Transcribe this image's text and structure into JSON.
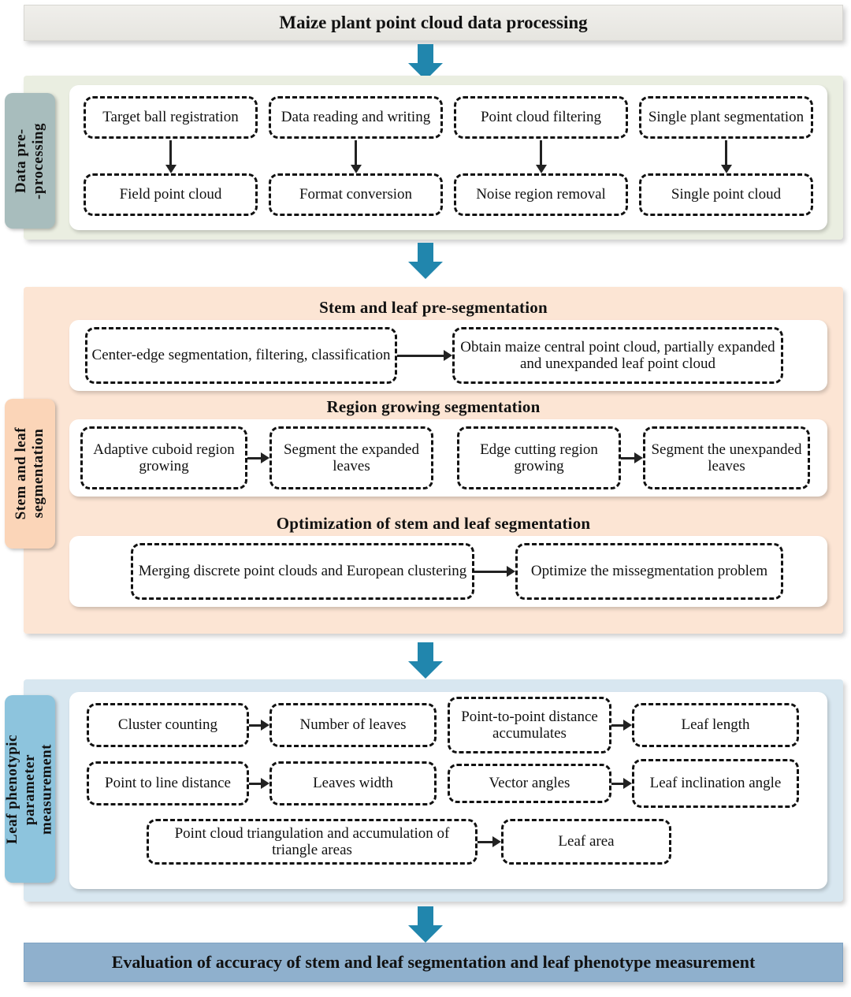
{
  "header": {
    "title": "Maize plant point cloud data processing"
  },
  "arrow_color": "#2186ad",
  "sections": {
    "preprocessing": {
      "tab_label": "Data pre-\n-processing",
      "tab_color": "#a8bdbd",
      "band_color": "#eaeee1",
      "columns": [
        {
          "top": "Target ball registration",
          "bottom": "Field point cloud"
        },
        {
          "top": "Data reading and writing",
          "bottom": "Format conversion"
        },
        {
          "top": "Point cloud filtering",
          "bottom": "Noise region removal"
        },
        {
          "top": "Single plant segmentation",
          "bottom": "Single point cloud"
        }
      ]
    },
    "segmentation": {
      "tab_label": "Stem and leaf\nsegmentation",
      "tab_color": "#fbd5b8",
      "band_color": "#fce5d4",
      "group1": {
        "title": "Stem and leaf pre-segmentation",
        "nodes": [
          "Center-edge segmentation, filtering, classification",
          "Obtain maize central point cloud, partially expanded and unexpanded leaf point cloud"
        ]
      },
      "group2": {
        "title": "Region growing segmentation",
        "nodes": [
          "Adaptive cuboid region growing",
          "Segment the expanded leaves",
          "Edge cutting region growing",
          "Segment the unexpanded leaves"
        ]
      },
      "group3": {
        "title": "Optimization of stem and leaf segmentation",
        "nodes": [
          "Merging discrete point clouds and European clustering",
          "Optimize the missegmentation problem"
        ]
      }
    },
    "phenotype": {
      "tab_label": "Leaf phenotypic\nparameter\nmeasurement",
      "tab_color": "#8dc4dd",
      "band_color": "#d8e7f0",
      "row1": [
        "Cluster counting",
        "Number of leaves",
        "Point-to-point distance accumulates",
        "Leaf length"
      ],
      "row2": [
        "Point to line distance",
        "Leaves width",
        "Vector angles",
        "Leaf inclination angle"
      ],
      "row3": [
        "Point cloud triangulation and accumulation of triangle areas",
        "Leaf area"
      ]
    }
  },
  "footer": {
    "title": "Evaluation of accuracy of stem and leaf segmentation and leaf phenotype measurement"
  }
}
